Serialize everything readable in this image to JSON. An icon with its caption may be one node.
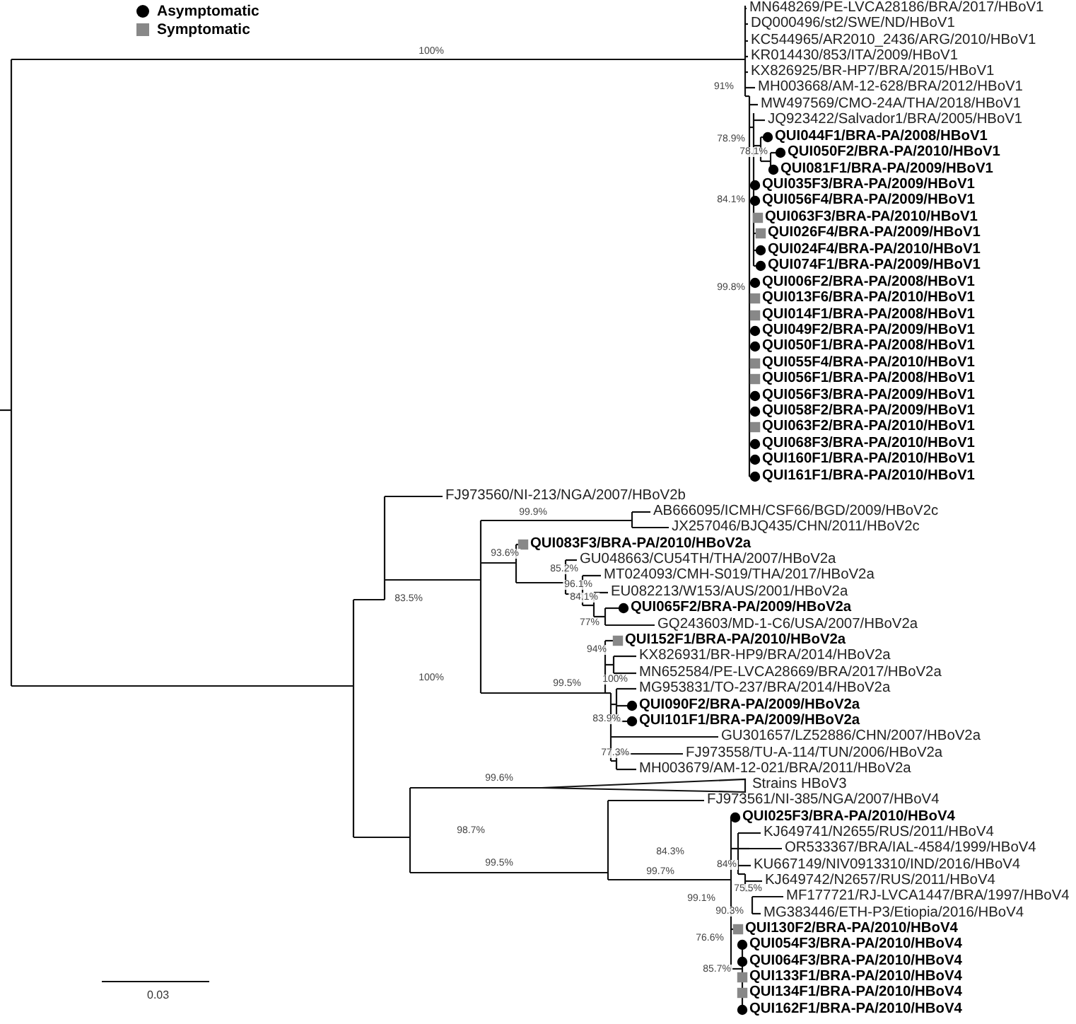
{
  "diagram": {
    "labels": [
      "MN648269/PE-LVCA28186/BRA/2017/HBoV1",
      "DQ000496/st2/SWE/ND/HBoV1",
      "KC544965/AR2010_2436/ARG/2010/HBoV1",
      "KR014430/853/ITA/2009/HBoV1",
      "KX826925/BR-HP7/BRA/2015/HBoV1",
      "MH003668/AM-12-628/BRA/2012/HBoV1",
      "MW497569/CMO-24A/THA/2018/HBoV1",
      "JQ923422/Salvador1/BRA/2005/HBoV1",
      "QUI044F1/BRA-PA/2008/HBoV1",
      "QUI050F2/BRA-PA/2010/HBoV1",
      "QUI081F1/BRA-PA/2009/HBoV1",
      "QUI035F3/BRA-PA/2009/HBoV1",
      "QUI056F4/BRA-PA/2009/HBoV1",
      "QUI063F3/BRA-PA/2010/HBoV1",
      "QUI026F4/BRA-PA/2009/HBoV1",
      "QUI024F4/BRA-PA/2010/HBoV1",
      "QUI074F1/BRA-PA/2009/HBoV1",
      "QUI006F2/BRA-PA/2008/HBoV1",
      "QUI013F6/BRA-PA/2010/HBoV1",
      "QUI014F1/BRA-PA/2008/HBoV1",
      "QUI049F2/BRA-PA/2009/HBoV1",
      "QUI050F1/BRA-PA/2008/HBoV1",
      "QUI055F4/BRA-PA/2010/HBoV1",
      "QUI056F1/BRA-PA/2008/HBoV1",
      "QUI056F3/BRA-PA/2009/HBoV1",
      "QUI058F2/BRA-PA/2009/HBoV1",
      "QUI063F2/BRA-PA/2010/HBoV1",
      "QUI068F3/BRA-PA/2010/HBoV1",
      "QUI160F1/BRA-PA/2010/HBoV1",
      "QUI161F1/BRA-PA/2010/HBoV1",
      "FJ973560/NI-213/NGA/2007/HBoV2b",
      "AB666095/ICMH/CSF66/BGD/2009/HBoV2c",
      "JX257046/BJQ435/CHN/2011/HBoV2c",
      "QUI083F3/BRA-PA/2010/HBoV2a",
      "GU048663/CU54TH/THA/2007/HBoV2a",
      "MT024093/CMH-S019/THA/2017/HBoV2a",
      "EU082213/W153/AUS/2001/HBoV2a",
      "QUI065F2/BRA-PA/2009/HBoV2a",
      "GQ243603/MD-1-C6/USA/2007/HBoV2a",
      "QUI152F1/BRA-PA/2010/HBoV2a",
      "KX826931/BR-HP9/BRA/2014/HBoV2a",
      "MN652584/PE-LVCA28669/BRA/2017/HBoV2a",
      "MG953831/TO-237/BRA/2014/HBoV2a",
      "QUI090F2/BRA-PA/2009/HBoV2a",
      "QUI101F1/BRA-PA/2009/HBoV2a",
      "GU301657/LZ52886/CHN/2007/HBoV2a",
      "FJ973558/TU-A-114/TUN/2006/HBoV2a",
      "MH003679/AM-12-021/BRA/2011/HBoV2a",
      "Strains HBoV3",
      "FJ973561/NI-385/NGA/2007/HBoV4",
      "QUI025F3/BRA-PA/2010/HBoV4",
      "KJ649741/N2655/RUS/2011/HBoV4",
      "OR533367/BRA/IAL-4584/1999/HBoV4",
      "KU667149/NIV0913310/IND/2016/HBoV4",
      "KJ649742/N2657/RUS/2011/HBoV4",
      "MF177721/RJ-LVCA1447/BRA/1997/HBoV4",
      "MG383446/ETH-P3/Etiopia/2016/HBoV4",
      "QUI130F2/BRA-PA/2010/HBoV4",
      "QUI054F3/BRA-PA/2010/HBoV4",
      "QUI064F3/BRA-PA/2010/HBoV4",
      "QUI133F1/BRA-PA/2010/HBoV4",
      "QUI134F1/BRA-PA/2010/HBoV4",
      "QUI162F1/BRA-PA/2010/HBoV4",
      "100%",
      "91%",
      "78.9%",
      "78.1%",
      "84.1%",
      "99.8%",
      "100%",
      "83.5%",
      "99.9%",
      "93.6%",
      "85.2%",
      "96.1%",
      "84.1%",
      "77%",
      "94%",
      "99.5%",
      "100%",
      "83.9%",
      "77.3%",
      "99.6%",
      "98.7%",
      "99.5%",
      "99.7%",
      "84.3%",
      "84%",
      "75.5%",
      "99.1%",
      "90.3%",
      "76.6%",
      "85.7%",
      "0.03"
    ],
    "legend": [
      {
        "text": "Asymptomatic",
        "color": "#000000"
      },
      {
        "text": "Symptomatic",
        "color": "#888888"
      }
    ]
  }
}
